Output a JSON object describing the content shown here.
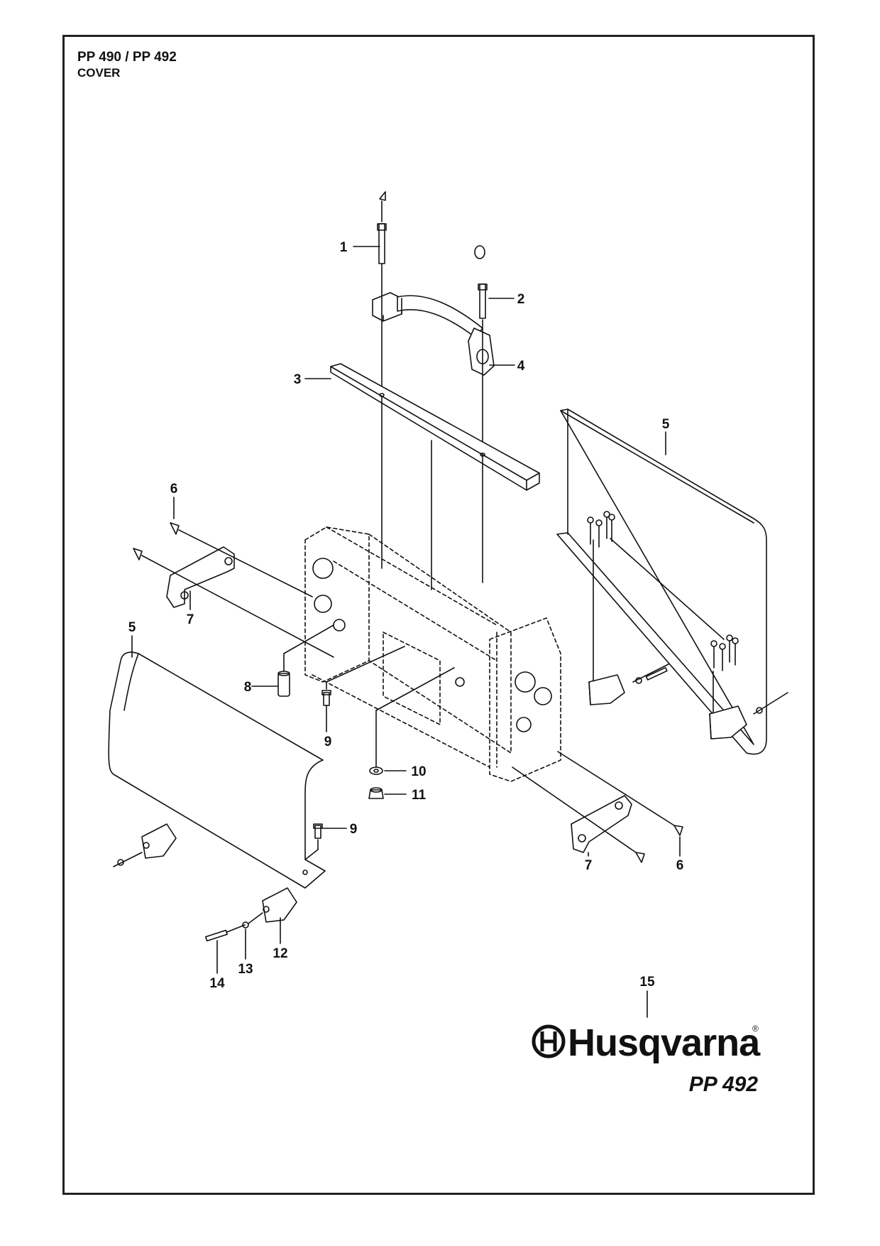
{
  "header": {
    "title": "PP 490 / PP 492",
    "subtitle": "COVER"
  },
  "callouts": [
    {
      "id": "c1",
      "number": "1"
    },
    {
      "id": "c2",
      "number": "2"
    },
    {
      "id": "c3",
      "number": "3"
    },
    {
      "id": "c4",
      "number": "4"
    },
    {
      "id": "c5a",
      "number": "5"
    },
    {
      "id": "c5b",
      "number": "5"
    },
    {
      "id": "c6a",
      "number": "6"
    },
    {
      "id": "c6b",
      "number": "6"
    },
    {
      "id": "c7a",
      "number": "7"
    },
    {
      "id": "c7b",
      "number": "7"
    },
    {
      "id": "c8",
      "number": "8"
    },
    {
      "id": "c9a",
      "number": "9"
    },
    {
      "id": "c9b",
      "number": "9"
    },
    {
      "id": "c10",
      "number": "10"
    },
    {
      "id": "c11",
      "number": "11"
    },
    {
      "id": "c12",
      "number": "12"
    },
    {
      "id": "c13",
      "number": "13"
    },
    {
      "id": "c14",
      "number": "14"
    },
    {
      "id": "c15",
      "number": "15"
    }
  ],
  "logo": {
    "brand": "Husqvarna",
    "registered": "®",
    "model": "PP 492"
  },
  "colors": {
    "line": "#111111",
    "background": "#ffffff"
  }
}
